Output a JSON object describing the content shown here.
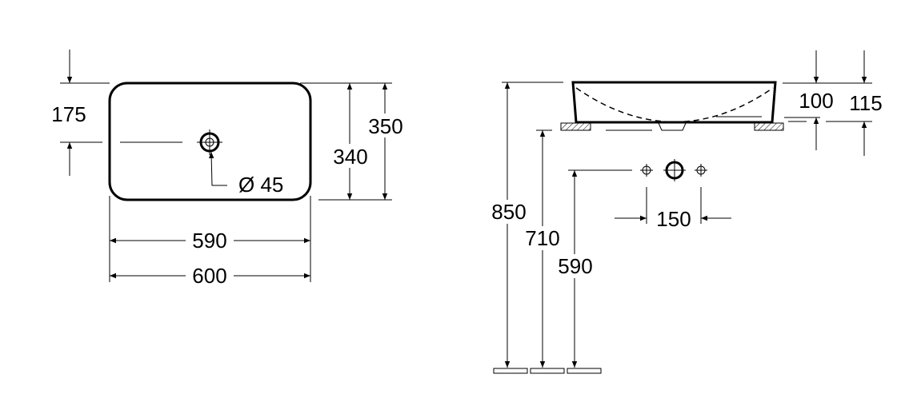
{
  "top_view": {
    "dim_drain_offset": "175",
    "dim_inner_depth": "340",
    "dim_outer_depth": "350",
    "dim_inner_width": "590",
    "dim_outer_width": "600",
    "dim_drain_diameter": "Ø 45"
  },
  "side_view": {
    "dim_height_top": "850",
    "dim_height_counter": "710",
    "dim_height_tap": "590",
    "dim_tap_spacing": "150",
    "dim_bowl_height": "100",
    "dim_total_height": "115"
  }
}
